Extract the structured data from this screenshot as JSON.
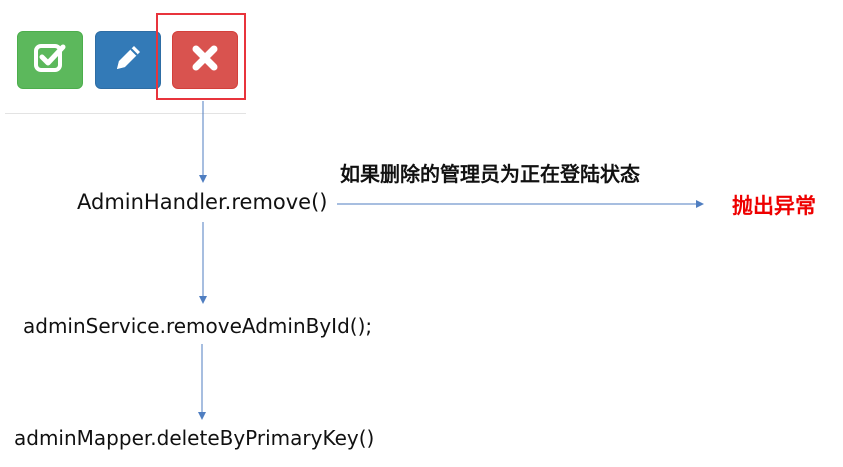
{
  "toolbar": {
    "buttons": [
      {
        "name": "edit-check-button",
        "icon": "check-square-icon",
        "color": "#5cb85c"
      },
      {
        "name": "edit-pencil-button",
        "icon": "pencil-icon",
        "color": "#337ab7"
      },
      {
        "name": "delete-button",
        "icon": "close-icon",
        "color": "#d9534f"
      }
    ],
    "highlight_color": "#e8343c"
  },
  "flow": {
    "handler": "AdminHandler.remove()",
    "service": "adminService.removeAdminById();",
    "mapper": "adminMapper.deleteByPrimaryKey()",
    "condition": "如果删除的管理员为正在登陆状态",
    "result": "抛出异常",
    "result_color": "#ee0000",
    "arrow_color": "#4f7ec1"
  }
}
